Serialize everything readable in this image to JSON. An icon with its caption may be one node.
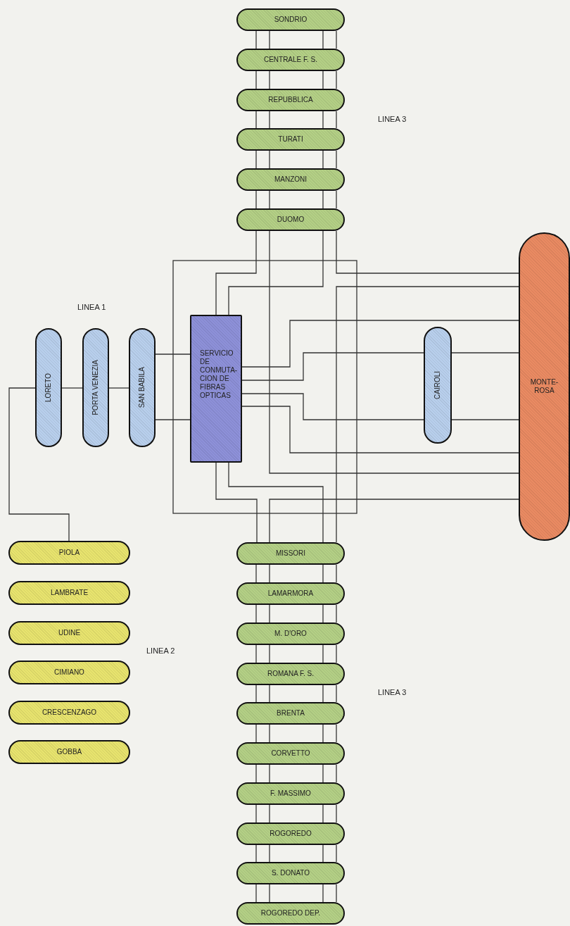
{
  "diagram": {
    "nodes": [
      {
        "text": [
          "SONDRIO"
        ]
      },
      {
        "text": [
          "CENTRALE F. S."
        ]
      },
      {
        "text": [
          "REPUBBLICA"
        ]
      },
      {
        "text": [
          "TURATI"
        ]
      },
      {
        "text": [
          "MANZONI"
        ]
      },
      {
        "text": [
          "DUOMO"
        ]
      },
      {
        "text": [
          "LORETO"
        ]
      },
      {
        "text": [
          "PORTA VENEZIA"
        ]
      },
      {
        "text": [
          "SAN BABILA"
        ]
      },
      {
        "text": [
          "SERVICIO DE CONMUTA- CION DE FIBRAS OPTICAS"
        ]
      },
      {
        "text": [
          "CAIROLI"
        ]
      },
      {
        "text": [
          "MONTE- ROSA"
        ]
      },
      {
        "text": [
          "MISSORI"
        ]
      },
      {
        "text": [
          "LAMARMORA"
        ]
      },
      {
        "text": [
          "M. D'ORO"
        ]
      },
      {
        "text": [
          "ROMANA F. S."
        ]
      },
      {
        "text": [
          "BRENTA"
        ]
      },
      {
        "text": [
          "CORVETTO"
        ]
      },
      {
        "text": [
          "F. MASSIMO"
        ]
      },
      {
        "text": [
          "ROGOREDO"
        ]
      },
      {
        "text": [
          "S. DONATO"
        ]
      },
      {
        "text": [
          "ROGOREDO DEP."
        ]
      },
      {
        "text": [
          "PIOLA"
        ]
      },
      {
        "text": [
          "LAMBRATE"
        ]
      },
      {
        "text": [
          "UDINE"
        ]
      },
      {
        "text": [
          "CIMIANO"
        ]
      },
      {
        "text": [
          "CRESCENZAGO"
        ]
      },
      {
        "text": [
          "GOBBA"
        ]
      }
    ],
    "edges": [
      {
        "from": 0,
        "to": 1,
        "arrow": "none"
      },
      {
        "from": 0,
        "to": 1,
        "arrow": "none"
      },
      {
        "from": 0,
        "to": 1,
        "arrow": "none"
      },
      {
        "from": 0,
        "to": 1,
        "arrow": "none"
      },
      {
        "from": 1,
        "to": 2,
        "arrow": "none"
      },
      {
        "from": 1,
        "to": 2,
        "arrow": "none"
      },
      {
        "from": 1,
        "to": 2,
        "arrow": "none"
      },
      {
        "from": 1,
        "to": 2,
        "arrow": "none"
      },
      {
        "from": 2,
        "to": 3,
        "arrow": "none"
      },
      {
        "from": 2,
        "to": 3,
        "arrow": "none"
      },
      {
        "from": 2,
        "to": 3,
        "arrow": "none"
      },
      {
        "from": 2,
        "to": 3,
        "arrow": "none"
      },
      {
        "from": 3,
        "to": 4,
        "arrow": "none"
      },
      {
        "from": 3,
        "to": 4,
        "arrow": "none"
      },
      {
        "from": 3,
        "to": 4,
        "arrow": "none"
      },
      {
        "from": 3,
        "to": 4,
        "arrow": "none"
      },
      {
        "from": 4,
        "to": 5,
        "arrow": "none"
      },
      {
        "from": 4,
        "to": 5,
        "arrow": "none"
      },
      {
        "from": 4,
        "to": 5,
        "arrow": "none"
      },
      {
        "from": 4,
        "to": 5,
        "arrow": "none"
      },
      {
        "from": 12,
        "to": 13,
        "arrow": "none"
      },
      {
        "from": 12,
        "to": 13,
        "arrow": "none"
      },
      {
        "from": 12,
        "to": 13,
        "arrow": "none"
      },
      {
        "from": 12,
        "to": 13,
        "arrow": "none"
      },
      {
        "from": 13,
        "to": 14,
        "arrow": "none"
      },
      {
        "from": 13,
        "to": 14,
        "arrow": "none"
      },
      {
        "from": 13,
        "to": 14,
        "arrow": "none"
      },
      {
        "from": 13,
        "to": 14,
        "arrow": "none"
      },
      {
        "from": 14,
        "to": 15,
        "arrow": "none"
      },
      {
        "from": 14,
        "to": 15,
        "arrow": "none"
      },
      {
        "from": 14,
        "to": 15,
        "arrow": "none"
      },
      {
        "from": 14,
        "to": 15,
        "arrow": "none"
      },
      {
        "from": 15,
        "to": 16,
        "arrow": "none"
      },
      {
        "from": 15,
        "to": 16,
        "arrow": "none"
      },
      {
        "from": 15,
        "to": 16,
        "arrow": "none"
      },
      {
        "from": 15,
        "to": 16,
        "arrow": "none"
      },
      {
        "from": 16,
        "to": 17,
        "arrow": "none"
      },
      {
        "from": 16,
        "to": 17,
        "arrow": "none"
      },
      {
        "from": 16,
        "to": 17,
        "arrow": "none"
      },
      {
        "from": 16,
        "to": 17,
        "arrow": "none"
      },
      {
        "from": 17,
        "to": 18,
        "arrow": "none"
      },
      {
        "from": 17,
        "to": 18,
        "arrow": "none"
      },
      {
        "from": 17,
        "to": 18,
        "arrow": "none"
      },
      {
        "from": 17,
        "to": 18,
        "arrow": "none"
      },
      {
        "from": 18,
        "to": 19,
        "arrow": "none"
      },
      {
        "from": 18,
        "to": 19,
        "arrow": "none"
      },
      {
        "from": 18,
        "to": 19,
        "arrow": "none"
      },
      {
        "from": 18,
        "to": 19,
        "arrow": "none"
      },
      {
        "from": 19,
        "to": 20,
        "arrow": "none"
      },
      {
        "from": 19,
        "to": 20,
        "arrow": "none"
      },
      {
        "from": 19,
        "to": 20,
        "arrow": "none"
      },
      {
        "from": 19,
        "to": 20,
        "arrow": "none"
      },
      {
        "from": 20,
        "to": 21,
        "arrow": "none"
      },
      {
        "from": 20,
        "to": 21,
        "arrow": "none"
      },
      {
        "from": 20,
        "to": 21,
        "arrow": "none"
      },
      {
        "from": 20,
        "to": 21,
        "arrow": "none"
      },
      {
        "from": 6,
        "to": 7,
        "arrow": "none"
      },
      {
        "from": 7,
        "to": 8,
        "arrow": "none"
      },
      {
        "from": 8,
        "to": 9,
        "arrow": "none"
      },
      {
        "from": 8,
        "to": 9,
        "arrow": "none"
      },
      {
        "from": 6,
        "to": 22,
        "arrow": "none"
      },
      {
        "from": 5,
        "to": 9,
        "arrow": "none"
      },
      {
        "from": 5,
        "to": 11,
        "arrow": "none"
      },
      {
        "from": 5,
        "to": 9,
        "arrow": "none"
      },
      {
        "from": 5,
        "to": 11,
        "arrow": "none"
      },
      {
        "from": 9,
        "to": 12,
        "arrow": "none"
      },
      {
        "from": 9,
        "to": 12,
        "arrow": "none"
      },
      {
        "from": 12,
        "to": 11,
        "arrow": "none"
      },
      {
        "from": 12,
        "to": 11,
        "arrow": "none"
      },
      {
        "from": 9,
        "to": 11,
        "arrow": "none"
      },
      {
        "from": 9,
        "to": 10,
        "arrow": "none"
      },
      {
        "from": 9,
        "to": 10,
        "arrow": "none"
      },
      {
        "from": 9,
        "to": 11,
        "arrow": "none"
      },
      {
        "from": 10,
        "to": 11,
        "arrow": "none"
      },
      {
        "from": 10,
        "to": 11,
        "arrow": "none"
      }
    ],
    "labels": [
      "LINEA 3",
      "LINEA 1",
      "LINEA 2",
      "LINEA 3"
    ]
  }
}
